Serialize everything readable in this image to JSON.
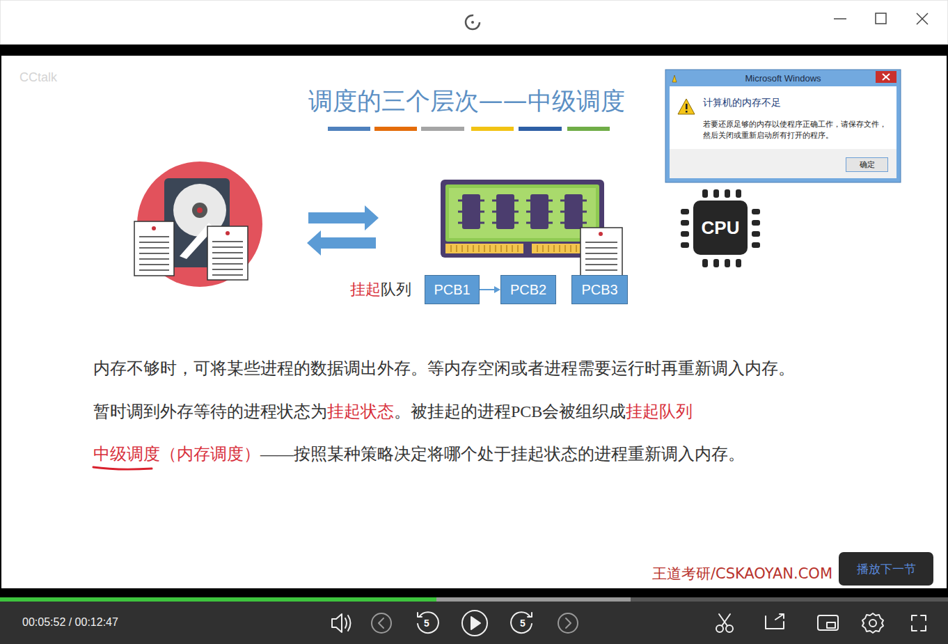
{
  "diagram": {
    "title": "调度的三个层次——中级调度",
    "nodes": [
      {
        "text": [
          "Microsoft Windows",
          "计算机的内存不足",
          "若要还原足够的内存以使程序正确工作，请保存文件，然后关闭或重新启动所有打开的程序。"
        ]
      },
      {
        "text": [
          "确定"
        ],
        "in": 0
      },
      {
        "text": [
          "CPU"
        ]
      },
      {
        "text": [
          "PCB1"
        ]
      },
      {
        "text": [
          "PCB2"
        ]
      },
      {
        "text": [
          "PCB3"
        ]
      }
    ],
    "edges": [
      {
        "from": 3,
        "to": 4,
        "arrow": "to"
      }
    ],
    "labels": [
      "CCtalk",
      "挂起",
      "队列",
      "内存不够时，可将某些进程的数据调出外存。等内存空闲或者进程需要运行时再重新调入内存。",
      "暂时调到外存等待的进程状态为",
      "挂起状态",
      "。被挂起的进程PCB会被组织成",
      "挂起队列",
      "中级调度（内存调度）",
      "——按照某种策略决定将哪个处于挂起状态的进程重新调入内存。",
      "王道考研/CSKAOYAN.COM",
      "00:05:52 / 00:12:47",
      "5",
      "5",
      "播放下一节"
    ]
  }
}
